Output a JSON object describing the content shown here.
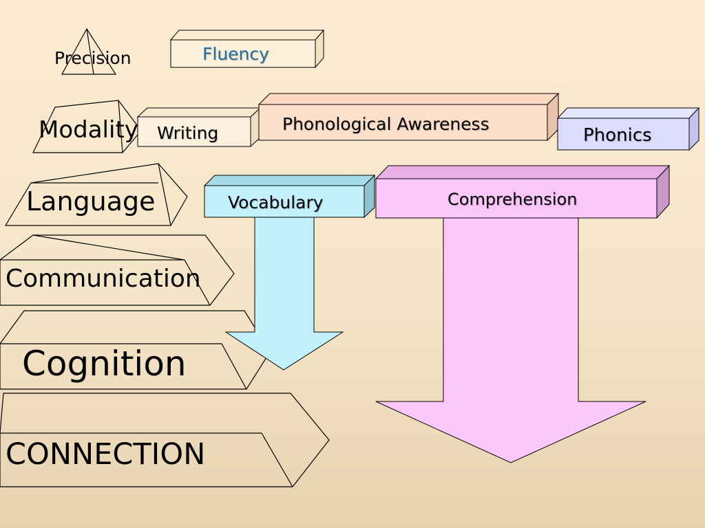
{
  "pyramid": {
    "levels": [
      "Precision",
      "Modality",
      "Language",
      "Communication",
      "Cognition",
      "CONNECTION"
    ]
  },
  "boxes": {
    "fluency": "Fluency",
    "writing": "Writing",
    "phonological_awareness": "Phonological Awareness",
    "phonics": "Phonics",
    "vocabulary": "Vocabulary",
    "comprehension": "Comprehension"
  },
  "colors": {
    "background_top": "#fbecd2",
    "background_bottom": "#e6d2b0",
    "fluency_text": "#1f6f9f",
    "phonological_fill": "#fde0cc",
    "phonics_fill": "#dcdcff",
    "vocabulary_fill": "#c2f0fc",
    "comprehension_fill": "#fcc8fb",
    "outline": "#000000"
  }
}
